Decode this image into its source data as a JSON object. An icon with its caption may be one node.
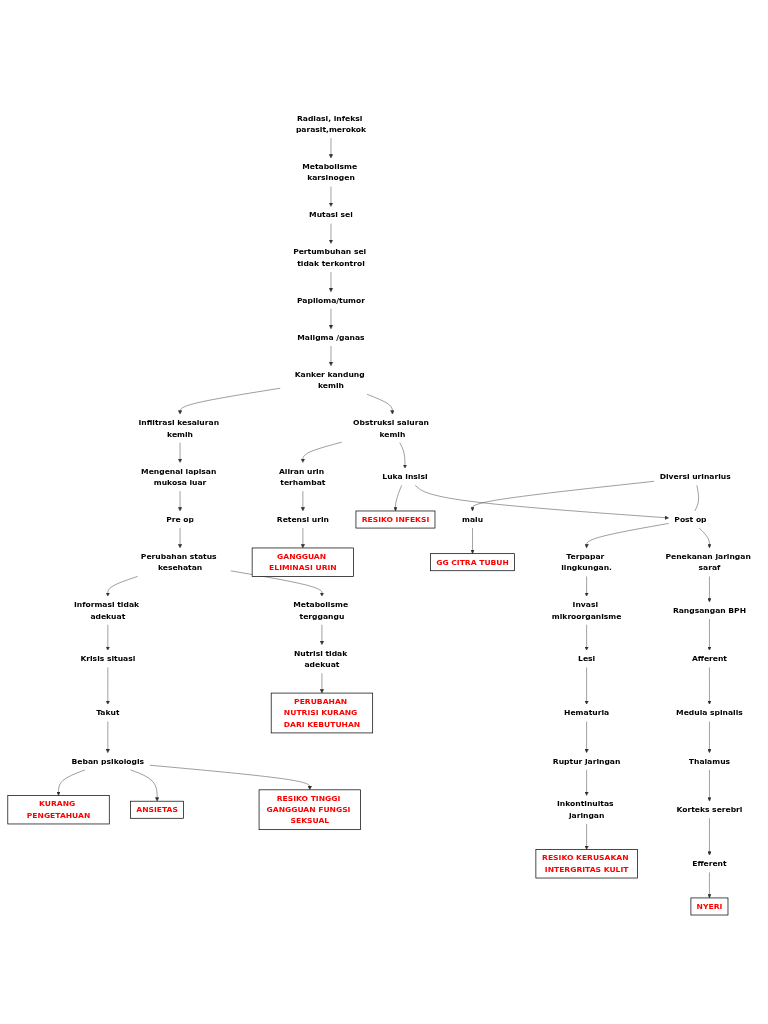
{
  "diagram": {
    "nodes": [
      {
        "text": [
          "Radiasi, infeksi parasit,merokok"
        ]
      },
      {
        "text": [
          "Metabolisme karsinogen"
        ]
      },
      {
        "text": [
          "Mutasi sel"
        ]
      },
      {
        "text": [
          "Pertumbuhan sel tidak terkontrol"
        ]
      },
      {
        "text": [
          "Papiloma/tumor"
        ]
      },
      {
        "text": [
          "Maligma /ganas"
        ]
      },
      {
        "text": [
          "Kanker kandung kemih"
        ]
      },
      {
        "text": [
          "Infiltrasi kesaluran kemih"
        ]
      },
      {
        "text": [
          "Aliran urin terhambat"
        ]
      },
      {
        "text": [
          "Obstruksi saluran kemih"
        ]
      },
      {
        "text": [
          "Mengenai lapisan mukosa luar"
        ]
      },
      {
        "text": [
          "Retensi urin"
        ]
      },
      {
        "text": [
          "Luka insisi"
        ]
      },
      {
        "text": [
          "RESIKO INFEKSI"
        ]
      },
      {
        "text": [
          "Pre op"
        ]
      },
      {
        "text": [
          "Diversi urinarius"
        ]
      },
      {
        "text": [
          "malu"
        ]
      },
      {
        "text": [
          "Post op"
        ]
      },
      {
        "text": [
          "GG CITRA TUBUH"
        ]
      },
      {
        "text": [
          "GANGGUAN ELIMINASI URIN"
        ]
      },
      {
        "text": [
          "Terpapar lingkungan."
        ]
      },
      {
        "text": [
          "Penekanan jaringan saraf"
        ]
      },
      {
        "text": [
          "Perubahan status kesehatan"
        ]
      },
      {
        "text": [
          "Invasi mikroorganisme"
        ]
      },
      {
        "text": [
          "Informasi tidak adekuat"
        ]
      },
      {
        "text": [
          "Lesi"
        ]
      },
      {
        "text": [
          "Rangsangan BPH"
        ]
      },
      {
        "text": [
          "Metabolisme terggangu"
        ]
      },
      {
        "text": [
          "Krisis situasi"
        ]
      },
      {
        "text": [
          "Hematuria"
        ]
      },
      {
        "text": [
          "Afferent"
        ]
      },
      {
        "text": [
          "Takut"
        ]
      },
      {
        "text": [
          "Ruptur jaringan"
        ]
      },
      {
        "text": [
          "Medula spinalis"
        ]
      },
      {
        "text": [
          "Beban psikologis"
        ]
      },
      {
        "text": [
          "KURANG PENGETAHUAN"
        ]
      },
      {
        "text": [
          "Nutrisi tidak adekuat"
        ]
      },
      {
        "text": [
          "Inkontinuitas jaringan"
        ]
      },
      {
        "text": [
          "Thalamus"
        ]
      },
      {
        "text": [
          "ANSIETAS"
        ]
      },
      {
        "text": [
          "RESIKO TINGGI GANGGUAN FUNGSI SEKSUAL"
        ]
      },
      {
        "text": [
          "PERUBAHAN NUTRISI KURANG DARI KEBUTUHAN"
        ]
      },
      {
        "text": [
          "RESIKO KERUSAKAN INTERGRITAS KULIT"
        ]
      },
      {
        "text": [
          "Korteks serebri"
        ]
      },
      {
        "text": [
          "Efferent"
        ]
      },
      {
        "text": [
          "NYERI"
        ]
      }
    ],
    "edges": [
      {
        "from": 0,
        "to": 1,
        "arrow": "to"
      },
      {
        "from": 1,
        "to": 2,
        "arrow": "to"
      },
      {
        "from": 2,
        "to": 3,
        "arrow": "to"
      },
      {
        "from": 3,
        "to": 4,
        "arrow": "to"
      },
      {
        "from": 4,
        "to": 5,
        "arrow": "to"
      },
      {
        "from": 5,
        "to": 6,
        "arrow": "to"
      },
      {
        "from": 6,
        "to": 7,
        "arrow": "to"
      },
      {
        "from": 6,
        "to": 9,
        "arrow": "to"
      },
      {
        "from": 9,
        "to": 8,
        "arrow": "to"
      },
      {
        "from": 7,
        "to": 10,
        "arrow": "to"
      },
      {
        "from": 8,
        "to": 11,
        "arrow": "to"
      },
      {
        "from": 9,
        "to": 12,
        "arrow": "to"
      },
      {
        "from": 12,
        "to": 13,
        "arrow": "to"
      },
      {
        "from": 10,
        "to": 14,
        "arrow": "to"
      },
      {
        "from": 15,
        "to": 16,
        "arrow": "to"
      },
      {
        "from": 15,
        "to": 17,
        "arrow": "none"
      },
      {
        "from": 12,
        "to": 17,
        "arrow": "to"
      },
      {
        "from": 16,
        "to": 18,
        "arrow": "to"
      },
      {
        "from": 11,
        "to": 19,
        "arrow": "to"
      },
      {
        "from": 17,
        "to": 20,
        "arrow": "to"
      },
      {
        "from": 17,
        "to": 21,
        "arrow": "to"
      },
      {
        "from": 14,
        "to": 22,
        "arrow": "to"
      },
      {
        "from": 20,
        "to": 23,
        "arrow": "to"
      },
      {
        "from": 22,
        "to": 24,
        "arrow": "to"
      },
      {
        "from": 22,
        "to": 27,
        "arrow": "to"
      },
      {
        "from": 23,
        "to": 25,
        "arrow": "to"
      },
      {
        "from": 21,
        "to": 26,
        "arrow": "to"
      },
      {
        "from": 24,
        "to": 28,
        "arrow": "to"
      },
      {
        "from": 25,
        "to": 29,
        "arrow": "to"
      },
      {
        "from": 26,
        "to": 30,
        "arrow": "to"
      },
      {
        "from": 28,
        "to": 31,
        "arrow": "to"
      },
      {
        "from": 29,
        "to": 32,
        "arrow": "to"
      },
      {
        "from": 30,
        "to": 33,
        "arrow": "to"
      },
      {
        "from": 31,
        "to": 34,
        "arrow": "to"
      },
      {
        "from": 27,
        "to": 36,
        "arrow": "to"
      },
      {
        "from": 32,
        "to": 37,
        "arrow": "to"
      },
      {
        "from": 33,
        "to": 38,
        "arrow": "to"
      },
      {
        "from": 34,
        "to": 35,
        "arrow": "to"
      },
      {
        "from": 34,
        "to": 39,
        "arrow": "to"
      },
      {
        "from": 34,
        "to": 40,
        "arrow": "to"
      },
      {
        "from": 36,
        "to": 41,
        "arrow": "to"
      },
      {
        "from": 37,
        "to": 42,
        "arrow": "to"
      },
      {
        "from": 38,
        "to": 43,
        "arrow": "to"
      },
      {
        "from": 43,
        "to": 44,
        "arrow": "to"
      },
      {
        "from": 44,
        "to": 45,
        "arrow": "to"
      }
    ]
  }
}
